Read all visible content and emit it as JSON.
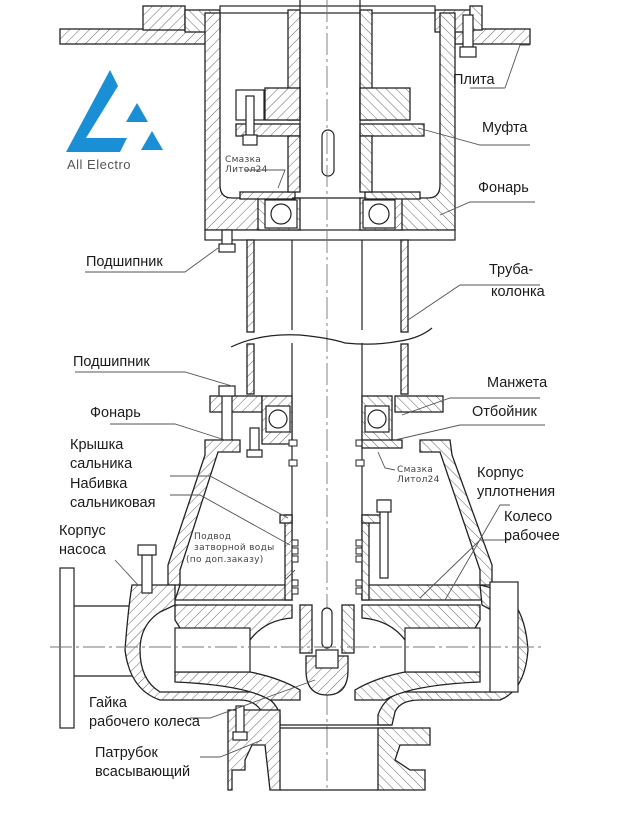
{
  "logo": {
    "brand": "All Electro",
    "color": "#1b8fd6"
  },
  "labels": {
    "plita": "Плита",
    "mufta": "Муфта",
    "fonar_top": "Фонарь",
    "podshipnik_top": "Подшипник",
    "truba_1": "Труба-",
    "truba_2": "колонка",
    "podshipnik_mid": "Подшипник",
    "manzheta": "Манжета",
    "fonar_mid": "Фонарь",
    "otboynik": "Отбойник",
    "kryshka_1": "Крышка",
    "kryshka_2": "сальника",
    "nabivka_1": "Набивка",
    "nabivka_2": "сальниковая",
    "korpus_upl_1": "Корпус",
    "korpus_upl_2": "уплотнения",
    "koleso_1": "Колесо",
    "koleso_2": "рабочее",
    "korpus_nasosa_1": "Корпус",
    "korpus_nasosa_2": "насоса",
    "gayka_1": "Гайка",
    "gayka_2": "рабочего колеса",
    "patrubok_1": "Патрубок",
    "patrubok_2": "всасывающий"
  },
  "notes": {
    "lube_top_1": "Смазка",
    "lube_top_2": "Литол24",
    "lube_mid_1": "Смазка",
    "lube_mid_2": "Литол24",
    "water_1": "Подвод",
    "water_2": "затворной воды",
    "water_3": "(по доп.заказу)"
  }
}
